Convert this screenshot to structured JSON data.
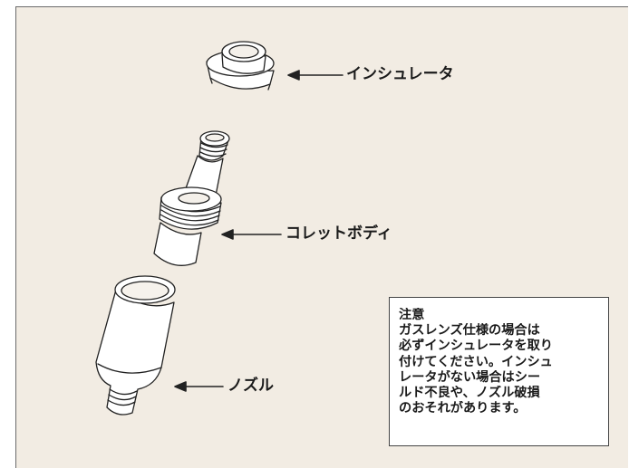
{
  "labels": {
    "insulator": "インシュレータ",
    "collet_body": "コレットボディ",
    "nozzle": "ノズル"
  },
  "note": {
    "title": "注意",
    "lines": [
      "ガスレンズ仕様の場合は",
      "必ずインシュレータを取り",
      "付けてください。インシュ",
      "レータがない場合はシー",
      "ルド不良や、ノズル破損",
      "のおそれがあります。"
    ]
  },
  "colors": {
    "panel_background": "#f2ece3",
    "note_background": "#ffffff",
    "line": "#222222"
  }
}
